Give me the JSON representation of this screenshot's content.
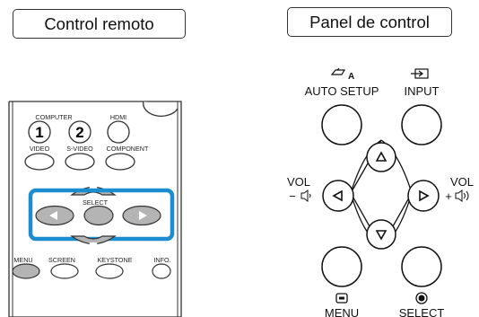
{
  "headers": {
    "remote": "Control remoto",
    "panel": "Panel de control"
  },
  "remote": {
    "computer": "COMPUTER",
    "hdmi": "HDMI",
    "num1": "1",
    "num2": "2",
    "video": "VIDEO",
    "svideo": "S-VIDEO",
    "component": "COMPONENT",
    "select": "SELECT",
    "menu": "MENU",
    "screen": "SCREEN",
    "keystone": "KEYSTONE",
    "info": "INFO.",
    "highlight_color": "#1c8dd0",
    "button_gray": "#b4b4b4"
  },
  "panel": {
    "auto_setup": "AUTO SETUP",
    "auto_badge": "A",
    "input": "INPUT",
    "vol": "VOL",
    "vol_minus": "−",
    "vol_plus": "+",
    "menu": "MENU",
    "select": "SELECT"
  }
}
